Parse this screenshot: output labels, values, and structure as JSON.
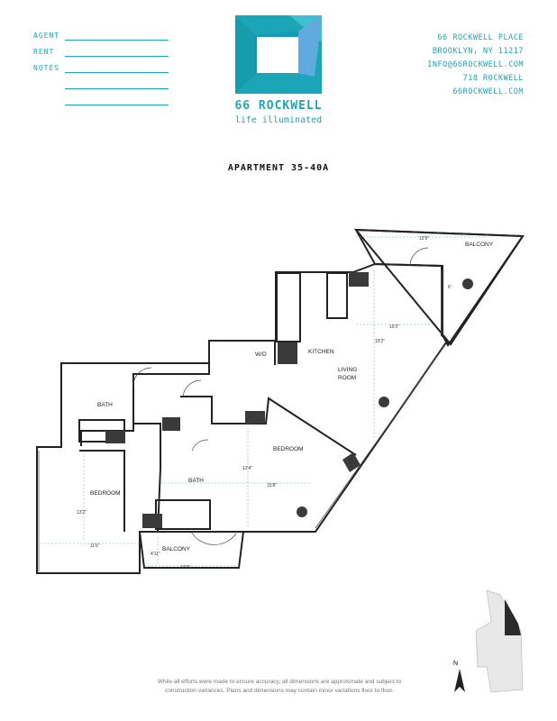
{
  "form": {
    "agent_label": "AGENT",
    "rent_label": "RENT",
    "notes_label": "NOTES"
  },
  "brand": {
    "name": "66 ROCKWELL",
    "tagline": "life illuminated",
    "accent_color": "#1aa6b7"
  },
  "contact": {
    "address_line1": "66 ROCKWELL PLACE",
    "address_line2": "BROOKLYN, NY 11217",
    "email": "INFO@66ROCKWELL.COM",
    "phone": "718 ROCKWELL",
    "website": "66ROCKWELL.COM"
  },
  "apartment_title": "APARTMENT 35-40A",
  "rooms": {
    "balcony_top": "BALCONY",
    "kitchen": "KITCHEN",
    "living_room_line1": "LIVING",
    "living_room_line2": "ROOM",
    "bath_left": "BATH",
    "bedroom_center": "BEDROOM",
    "bath_center": "BATH",
    "bedroom_left": "BEDROOM",
    "balcony_bottom": "BALCONY",
    "wd": "W/D"
  },
  "dimensions": {
    "balcony_top_w": "12'9\"",
    "balcony_top_h": "6'",
    "living_w": "10'2\"",
    "living_h": "19'2\"",
    "bedroom_center_h": "12'4\"",
    "bedroom_center_w": "15'8\"",
    "bedroom_left_h": "13'2\"",
    "bedroom_left_w": "11'6\"",
    "balcony_bottom_h": "4'11\"",
    "balcony_bottom_w": "10'3\""
  },
  "compass_label": "N",
  "disclaimer_line1": "While all efforts were made to ensure accuracy, all dimensions are approximate and subject to",
  "disclaimer_line2": "construction variances. Plans and dimensions may contain minor variations floor to floor."
}
